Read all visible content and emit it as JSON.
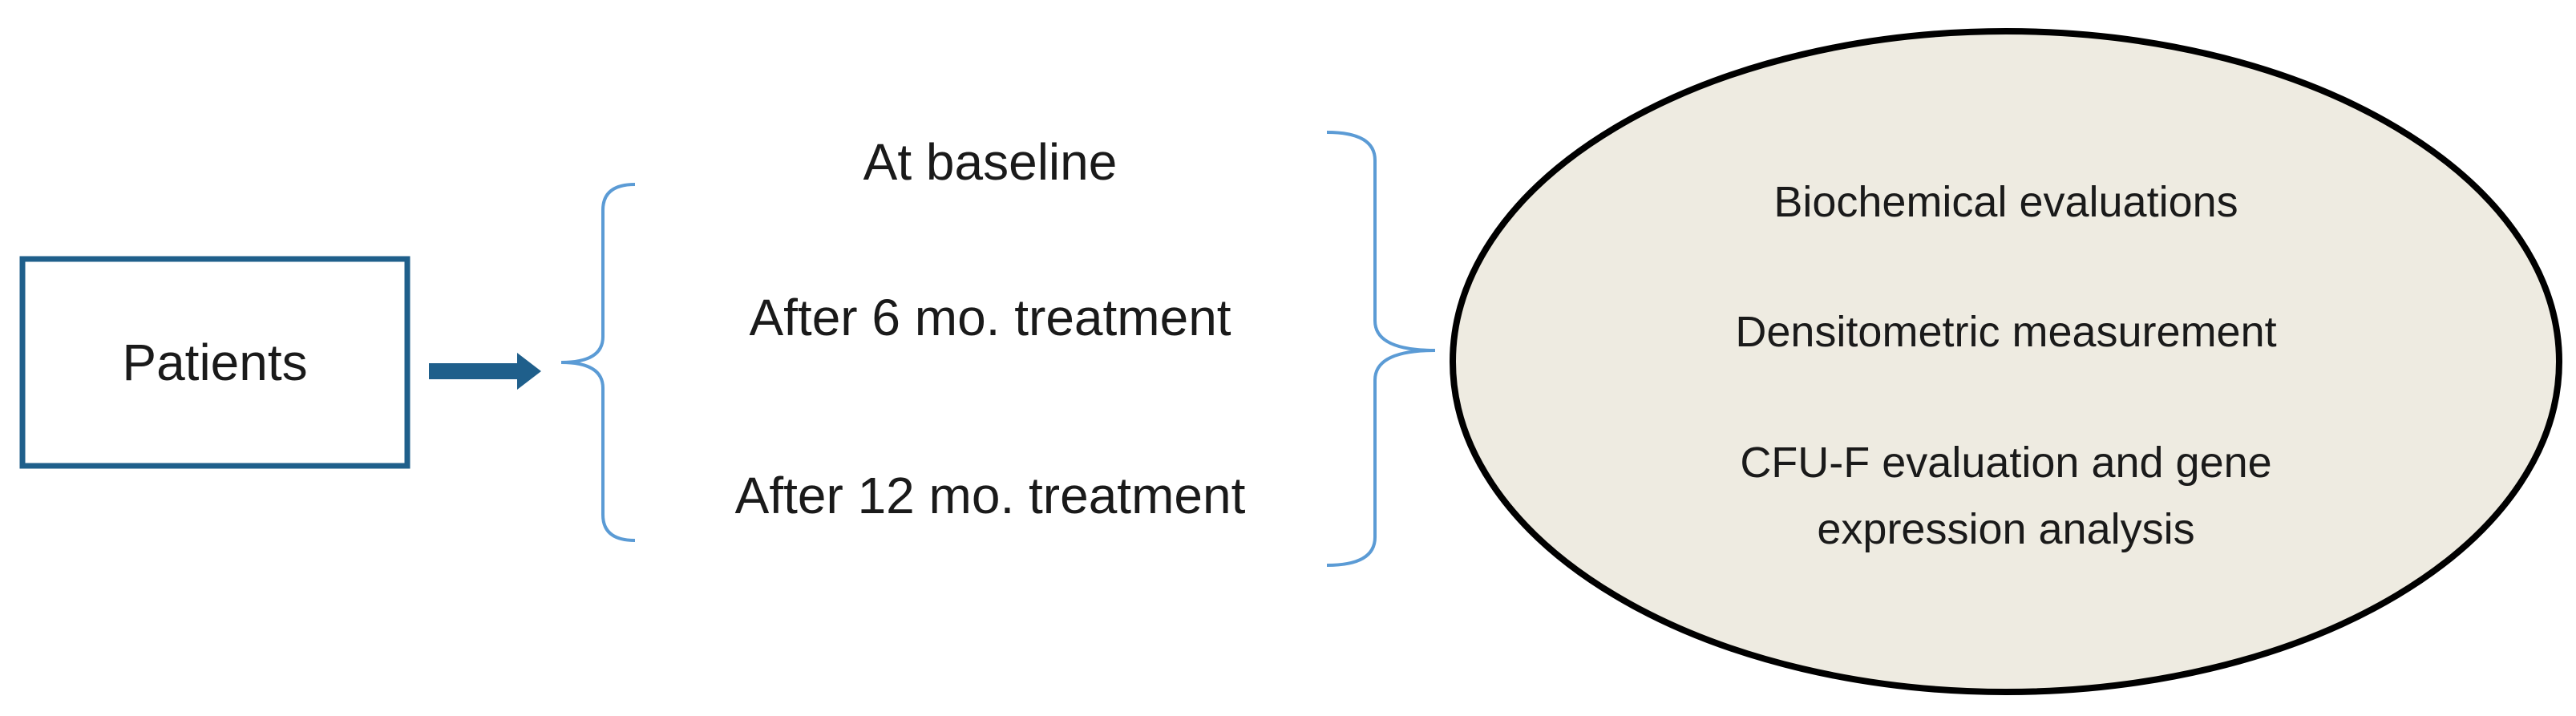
{
  "patients": {
    "label": "Patients"
  },
  "timepoints": [
    {
      "label": "At baseline"
    },
    {
      "label": "After 6 mo. treatment"
    },
    {
      "label": "After 12 mo. treatment"
    }
  ],
  "evaluations": {
    "items": [
      {
        "label": "Biochemical evaluations"
      },
      {
        "label": "Densitometric measurement"
      },
      {
        "label": "CFU-F evaluation and gene"
      },
      {
        "label": "expression analysis"
      }
    ]
  },
  "colors": {
    "patients_box_stroke": "#1f5f8b",
    "arrow": "#1f5f8b",
    "brace": "#5b9bd5",
    "ellipse_fill": "#eeebe1",
    "ellipse_stroke": "#000000",
    "text": "#1a1a1a"
  }
}
